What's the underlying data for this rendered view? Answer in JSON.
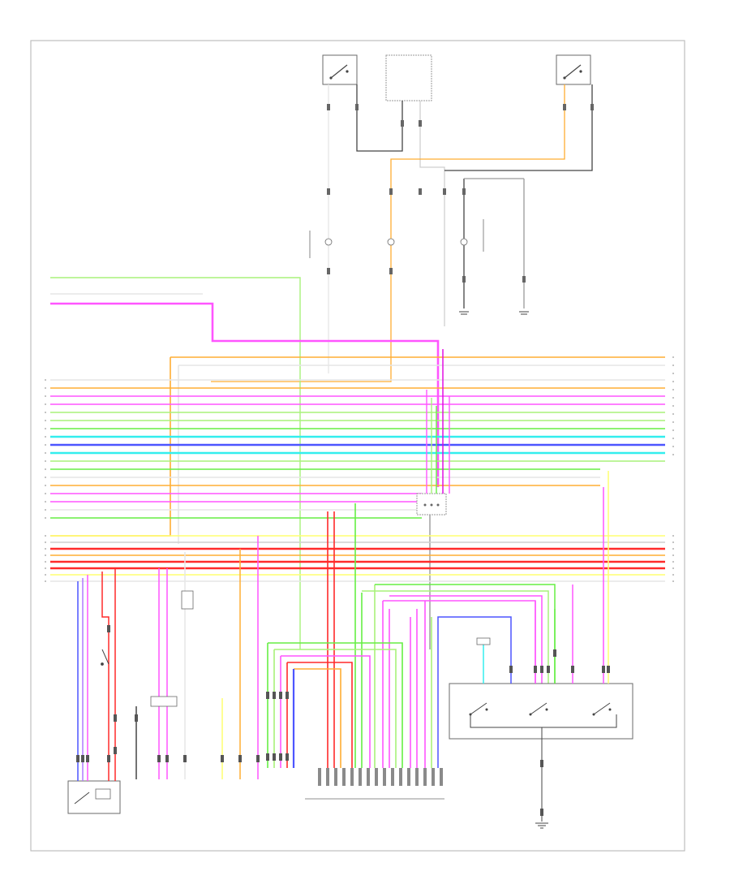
{
  "page": {
    "label": "",
    "background": "#ffffff"
  },
  "colors": {
    "frame": "#bdbdbd",
    "outline": "#6a6a6a",
    "black": "#444444",
    "red": "#ff2a2a",
    "pink": "#ff55ff",
    "magenta": "#e000e0",
    "orange": "#ffad33",
    "yellow": "#ffff70",
    "green": "#66ee44",
    "lightgreen": "#a8f27a",
    "cyan": "#33eeee",
    "blue": "#4d55ff",
    "violet": "#b07aff",
    "gray": "#cfcfcf",
    "white_wire": "#e6e6e6"
  },
  "components": [
    {
      "id": "switch-top-left",
      "label": "",
      "type": "switch"
    },
    {
      "id": "switch-top-right",
      "label": "",
      "type": "switch"
    },
    {
      "id": "module-top-center",
      "label": "",
      "type": "module"
    },
    {
      "id": "junction-center",
      "label": "",
      "type": "module"
    },
    {
      "id": "switch-assembly-right",
      "label": "",
      "type": "switch-group"
    },
    {
      "id": "motor-bottom-left",
      "label": "",
      "type": "motor"
    },
    {
      "id": "connector-bottom-center",
      "label": "",
      "type": "connector"
    },
    {
      "id": "ground-top-right",
      "label": "",
      "type": "ground"
    },
    {
      "id": "ground-bottom-right",
      "label": "",
      "type": "ground"
    }
  ],
  "wire_groups": {
    "left_bus_count": 21,
    "right_bus_count": 19,
    "bottom_connector_pins": 16
  }
}
